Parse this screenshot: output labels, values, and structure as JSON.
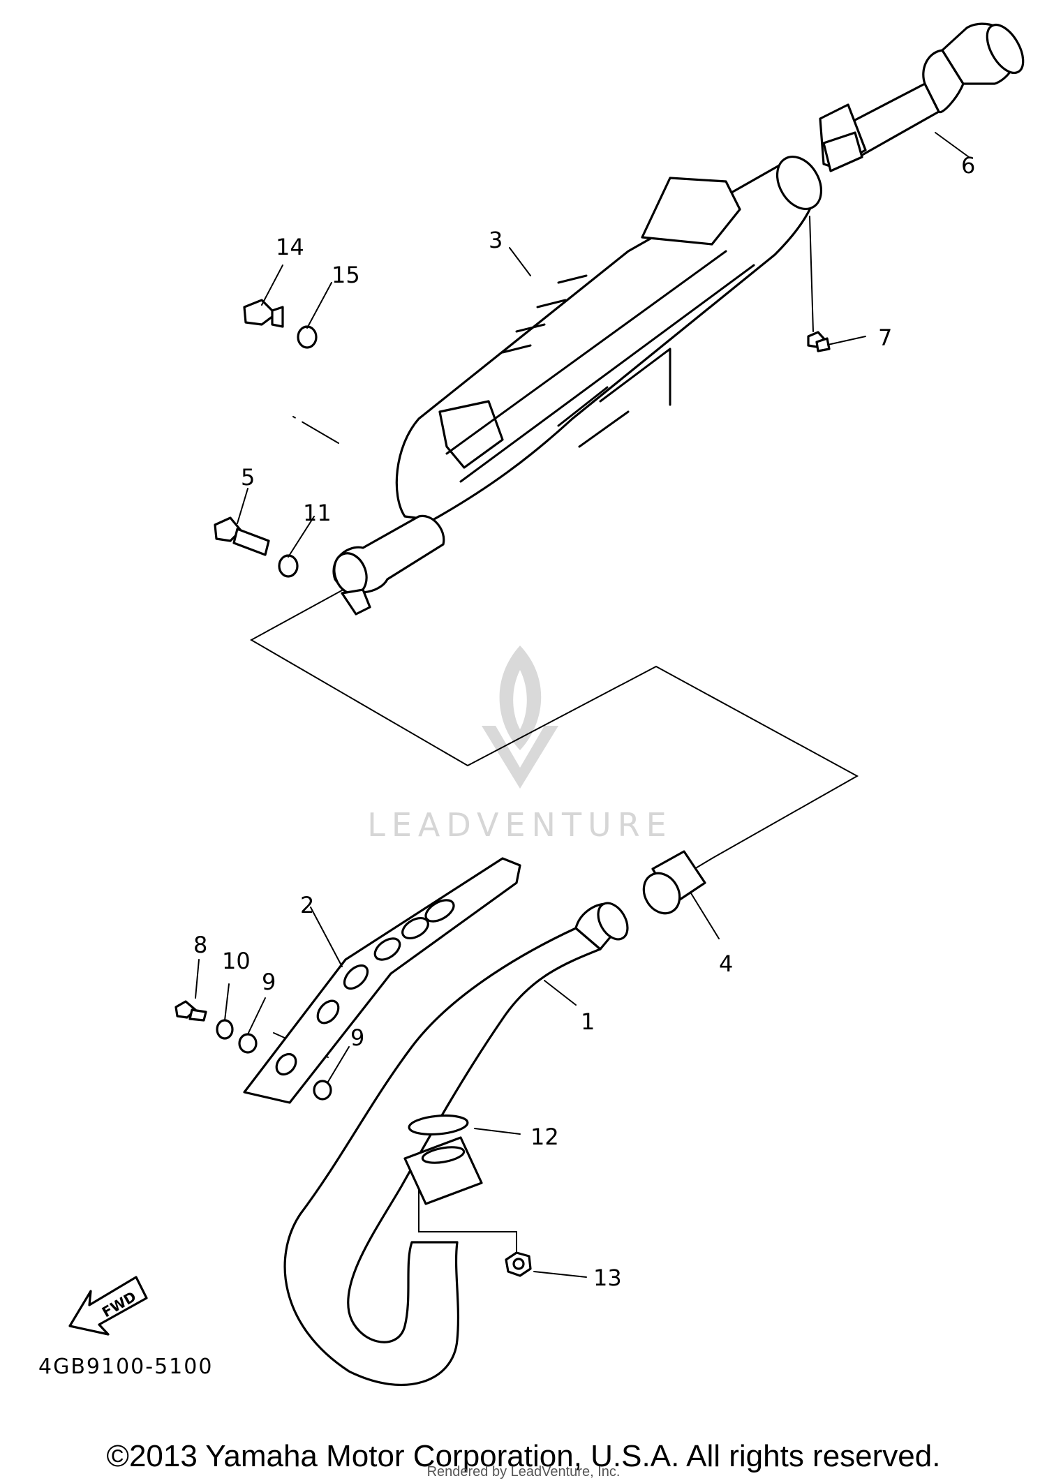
{
  "watermark": {
    "brand": "LEADVENTURE"
  },
  "callouts": {
    "p1": "1",
    "p2": "2",
    "p3": "3",
    "p4": "4",
    "p5": "5",
    "p6": "6",
    "p7": "7",
    "p8": "8",
    "p9a": "9",
    "p9b": "9",
    "p10": "10",
    "p11": "11",
    "p12": "12",
    "p13": "13",
    "p14": "14",
    "p15": "15"
  },
  "fwd_label": "FWD",
  "diagram_code": "4GB9100-5100",
  "footer": {
    "copyright": "©2013 Yamaha Motor Corporation, U.S.A. All rights reserved.",
    "rendered_by": "Rendered by LeadVenture, Inc."
  }
}
